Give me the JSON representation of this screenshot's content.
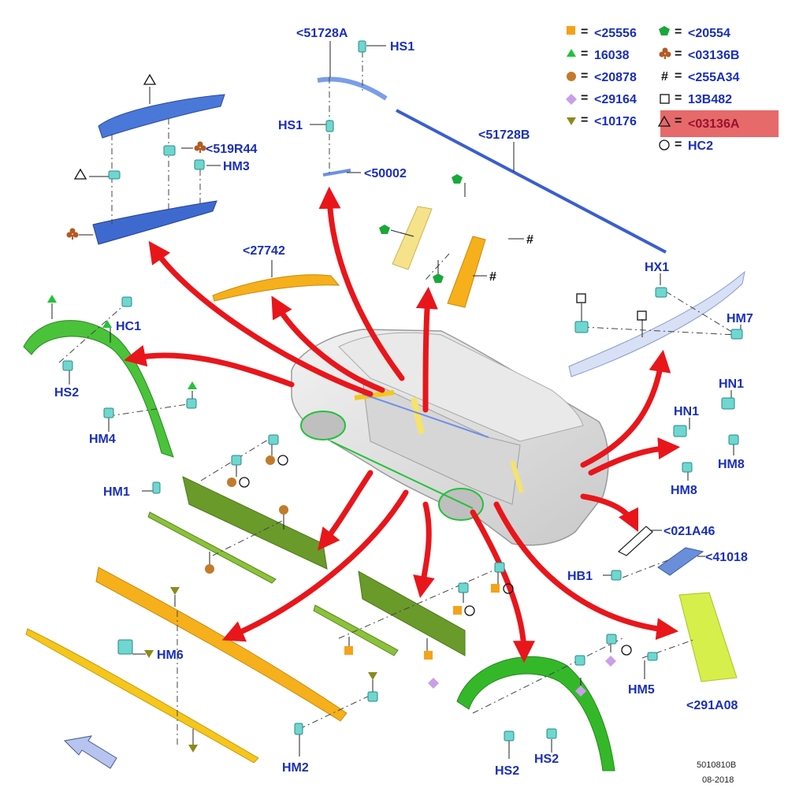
{
  "legend": [
    {
      "symbol": "square",
      "color": "#f5a21b",
      "code": "<25556"
    },
    {
      "symbol": "pentagon",
      "color": "#1aa83a",
      "code": "<20554"
    },
    {
      "symbol": "triangle",
      "color": "#22c23a",
      "code": "16038"
    },
    {
      "symbol": "club",
      "color": "#b35a22",
      "code": "<03136B"
    },
    {
      "symbol": "circle",
      "color": "#c37a2a",
      "code": "<20878"
    },
    {
      "symbol": "hash",
      "color": "#111111",
      "code": "<255A34"
    },
    {
      "symbol": "diamond",
      "color": "#c9a0e8",
      "code": "<29164"
    },
    {
      "symbol": "open-square",
      "color": "#111111",
      "code": "13B482"
    },
    {
      "symbol": "down-triangle",
      "color": "#8c8a1a",
      "code": "<10176"
    },
    {
      "symbol": "open-triangle",
      "color": "#111111",
      "code": "<03136A",
      "highlight": "#e66a6a"
    },
    {
      "symbol": "open-circle",
      "color": "#111111",
      "code": "HC2"
    }
  ],
  "eq": "=",
  "hash": "#",
  "labels": {
    "p51728A": "<51728A",
    "hs1a": "HS1",
    "hs1b": "HS1",
    "p50002": "<50002",
    "p51728B": "<51728B",
    "p519R44": "<519R44",
    "hm3": "HM3",
    "p27742": "<27742",
    "hx1": "HX1",
    "hm7": "HM7",
    "hc1": "HC1",
    "hs2a": "HS2",
    "hm4": "HM4",
    "hm1": "HM1",
    "hn1a": "HN1",
    "hn1b": "HN1",
    "hm8a": "HM8",
    "hm8b": "HM8",
    "p021A46": "<021A46",
    "p41018": "<41018",
    "hb1": "HB1",
    "hm6": "HM6",
    "hm2": "HM2",
    "hm5": "HM5",
    "p291A08": "<291A08",
    "hs2b": "HS2",
    "hs2c": "HS2"
  },
  "footer": {
    "code": "5010810B",
    "date": "08-2018"
  }
}
